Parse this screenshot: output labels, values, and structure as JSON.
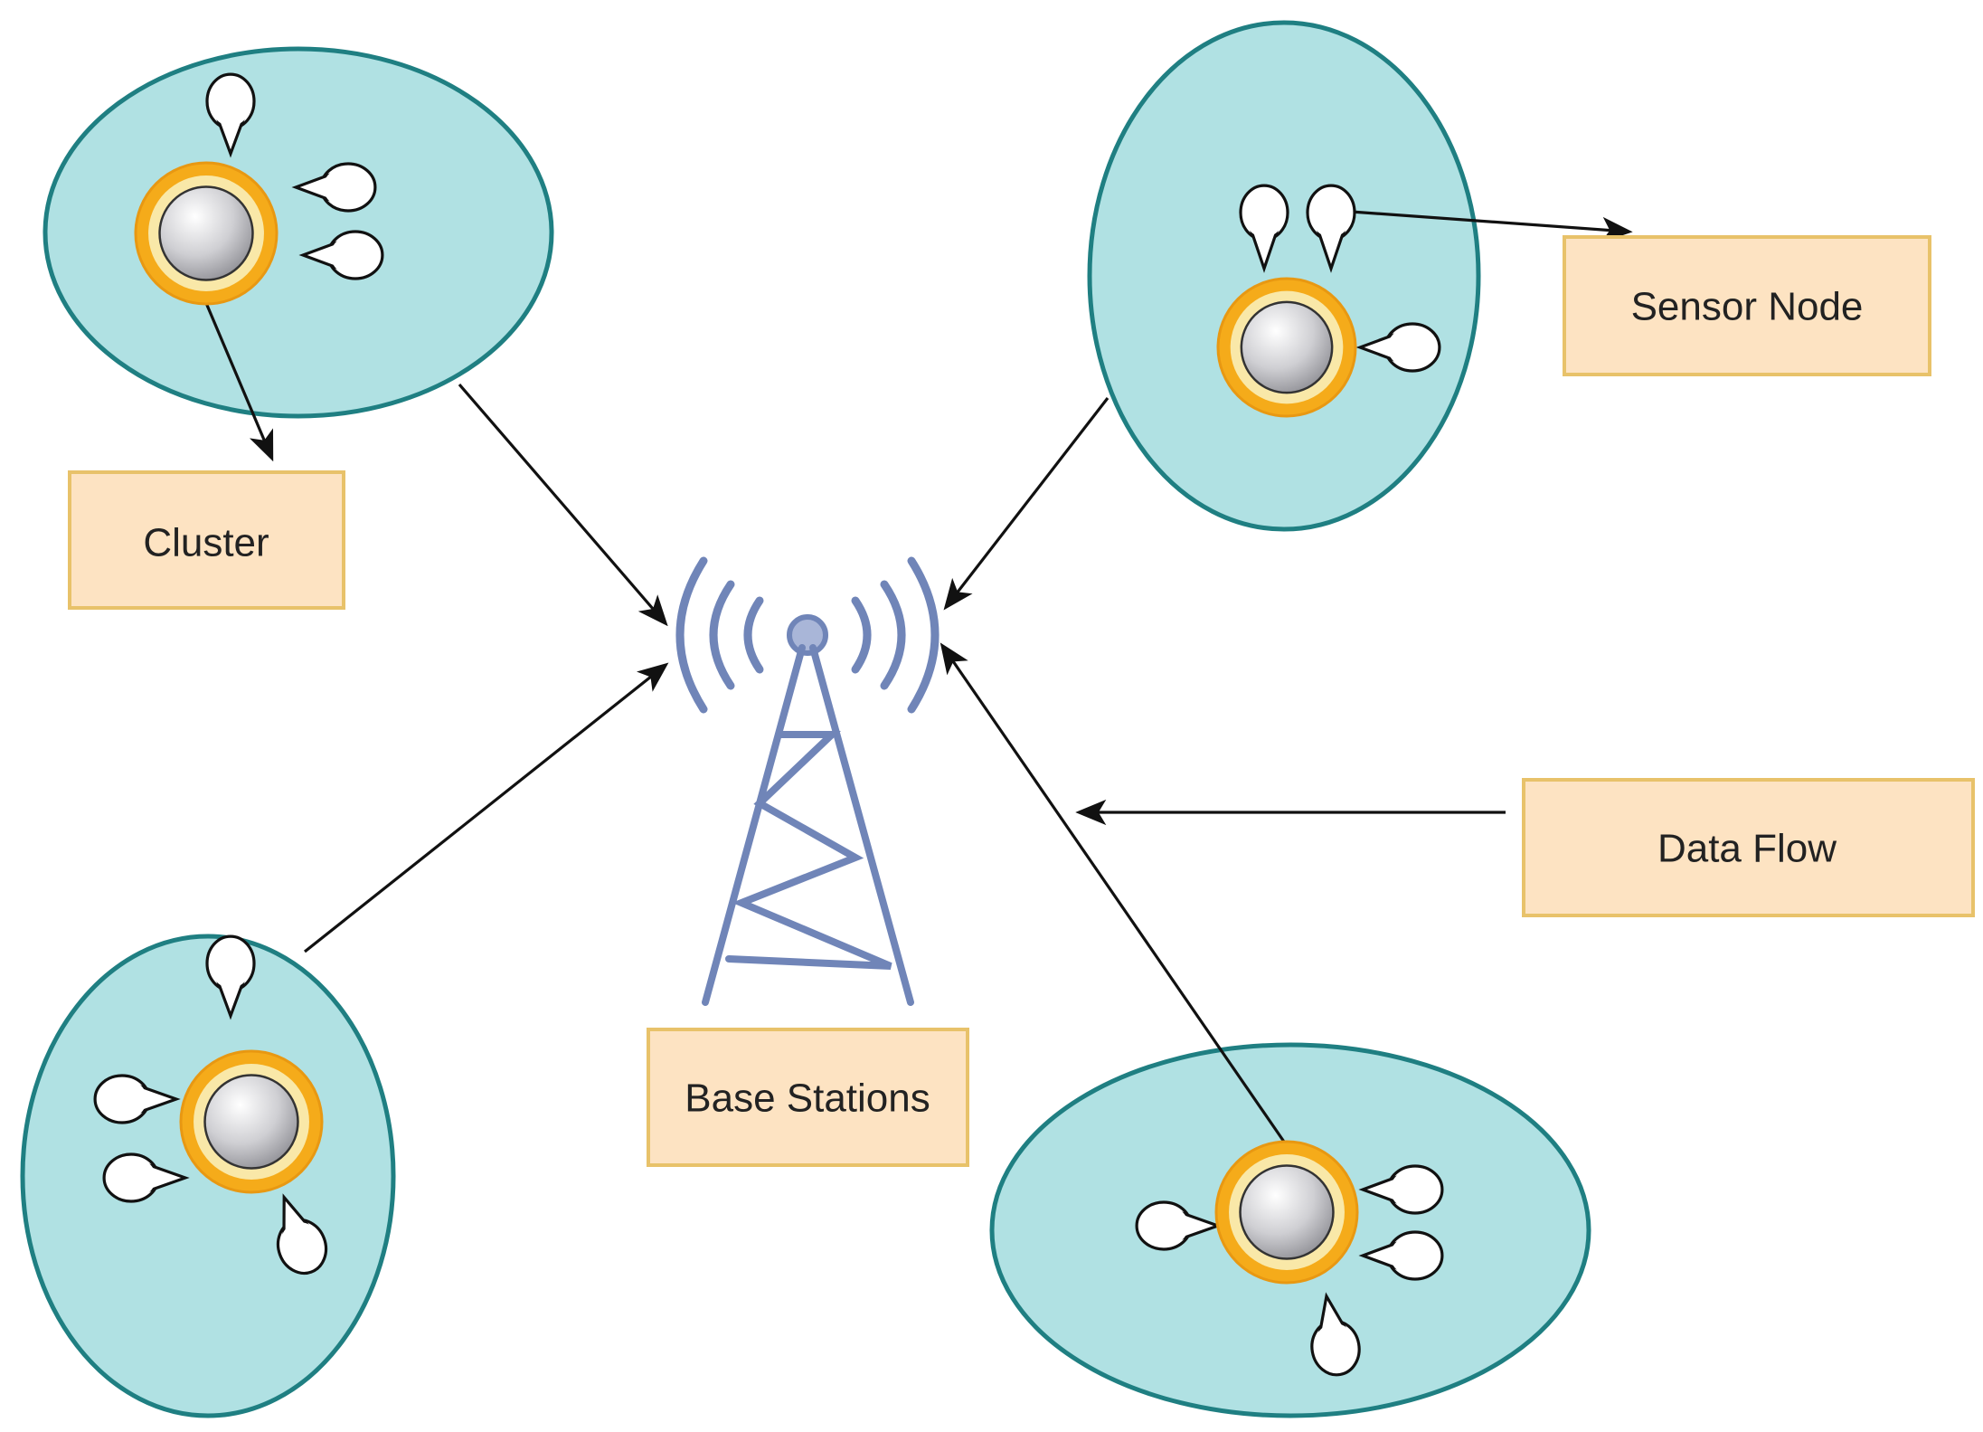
{
  "labels": {
    "cluster": "Cluster",
    "sensor_node": "Sensor Node",
    "base_stations": "Base Stations",
    "data_flow": "Data Flow"
  },
  "colors": {
    "cluster_fill": "#b0e1e3",
    "cluster_stroke": "#1f7f82",
    "head_ring": "#f5ab1a",
    "tower": "#7085b8",
    "label_fill": "#fde3c2",
    "label_stroke": "#e8c26a"
  },
  "icons": {
    "tower": "antenna-tower-icon",
    "cluster_head": "cluster-head-icon",
    "sensor": "sensor-node-icon"
  }
}
